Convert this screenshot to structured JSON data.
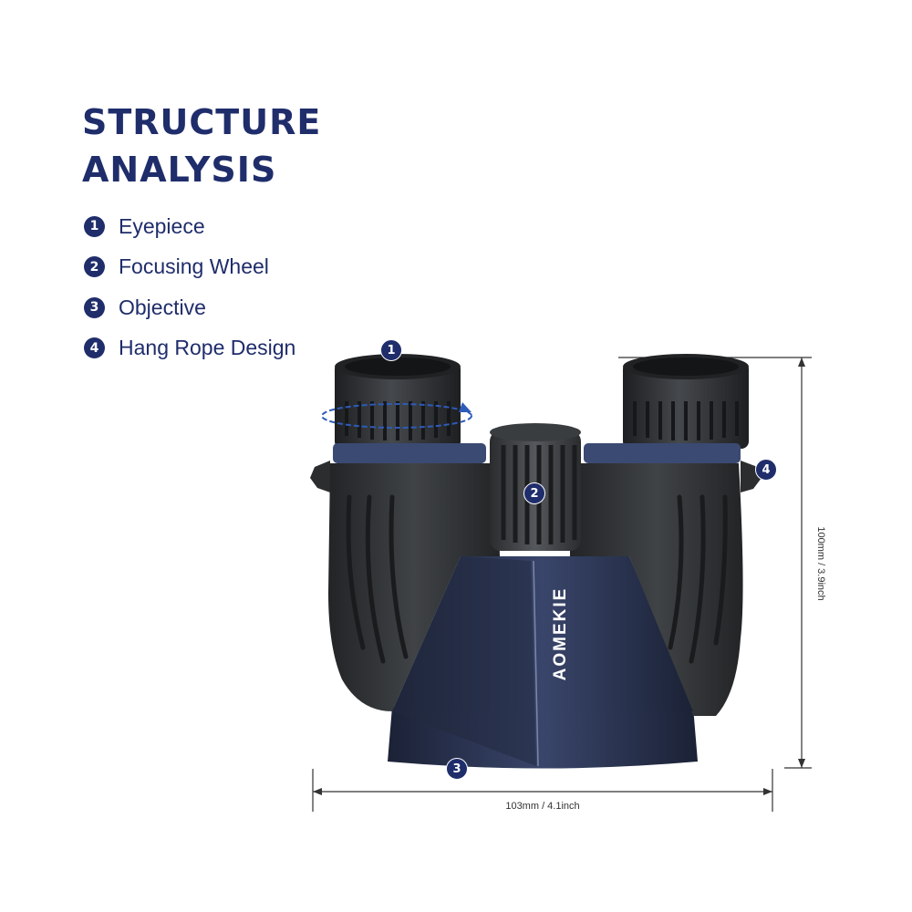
{
  "title": {
    "line1": "STRUCTURE",
    "line2": "ANALYSIS"
  },
  "legend": [
    {
      "number": "1",
      "label": "Eyepiece"
    },
    {
      "number": "2",
      "label": "Focusing Wheel"
    },
    {
      "number": "3",
      "label": "Objective"
    },
    {
      "number": "4",
      "label": "Hang Rope Design"
    }
  ],
  "callouts": {
    "c1": "1",
    "c2": "2",
    "c3": "3",
    "c4": "4"
  },
  "brand": "AOMEKIE",
  "dimensions": {
    "width": "103mm / 4.1inch",
    "height": "100mm / 3.9inch"
  },
  "colors": {
    "accent": "#1f2d6b",
    "body": "#2f3133",
    "body_blue": "#27324e"
  }
}
